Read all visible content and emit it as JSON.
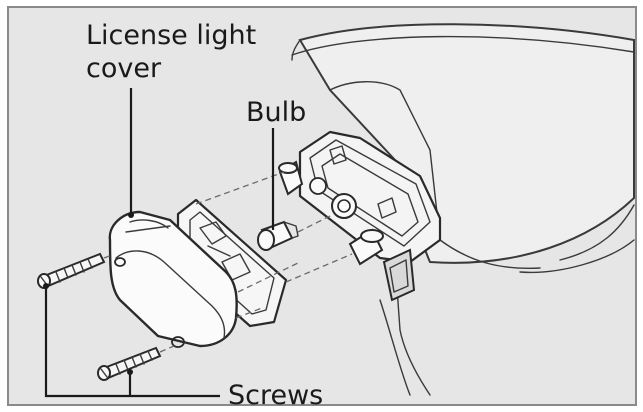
{
  "labels": {
    "license_cover_line1": "License light",
    "license_cover_line2": "cover",
    "bulb": "Bulb",
    "screws": "Screws"
  },
  "colors": {
    "frame": "#8a8a8a",
    "background": "#e6e6e6",
    "ink": "#2a2a2a"
  }
}
